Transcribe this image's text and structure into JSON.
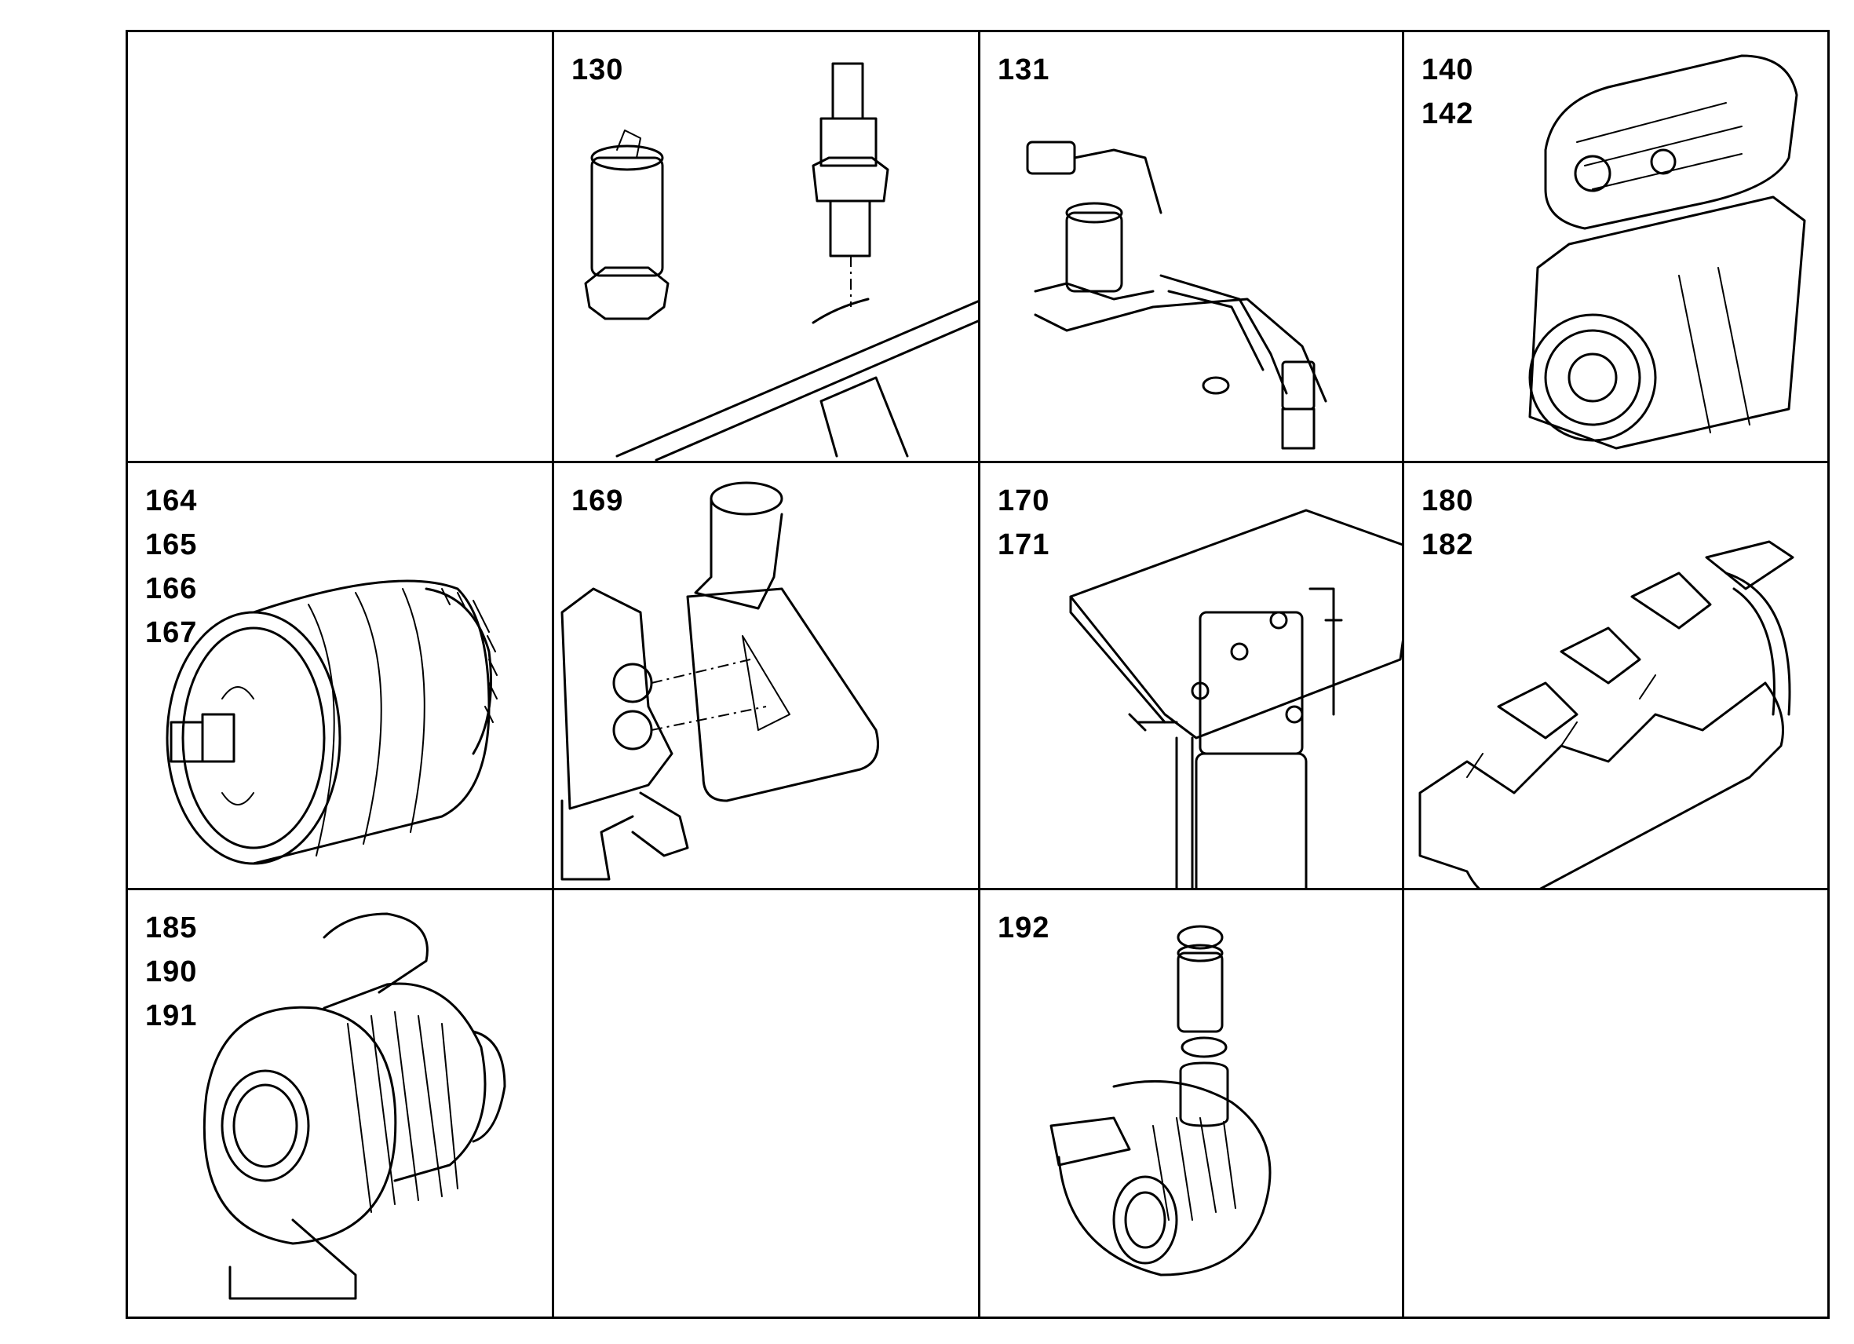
{
  "cells": [
    {
      "codes": []
    },
    {
      "codes": [
        "130"
      ]
    },
    {
      "codes": [
        "131"
      ]
    },
    {
      "codes": [
        "140",
        "142"
      ]
    },
    {
      "codes": [
        "164",
        "165",
        "166",
        "167"
      ]
    },
    {
      "codes": [
        "169"
      ]
    },
    {
      "codes": [
        "170",
        "171"
      ]
    },
    {
      "codes": [
        "180",
        "182"
      ]
    },
    {
      "codes": [
        "185",
        "190",
        "191"
      ]
    },
    {
      "codes": []
    },
    {
      "codes": [
        "192"
      ]
    },
    {
      "codes": []
    }
  ]
}
